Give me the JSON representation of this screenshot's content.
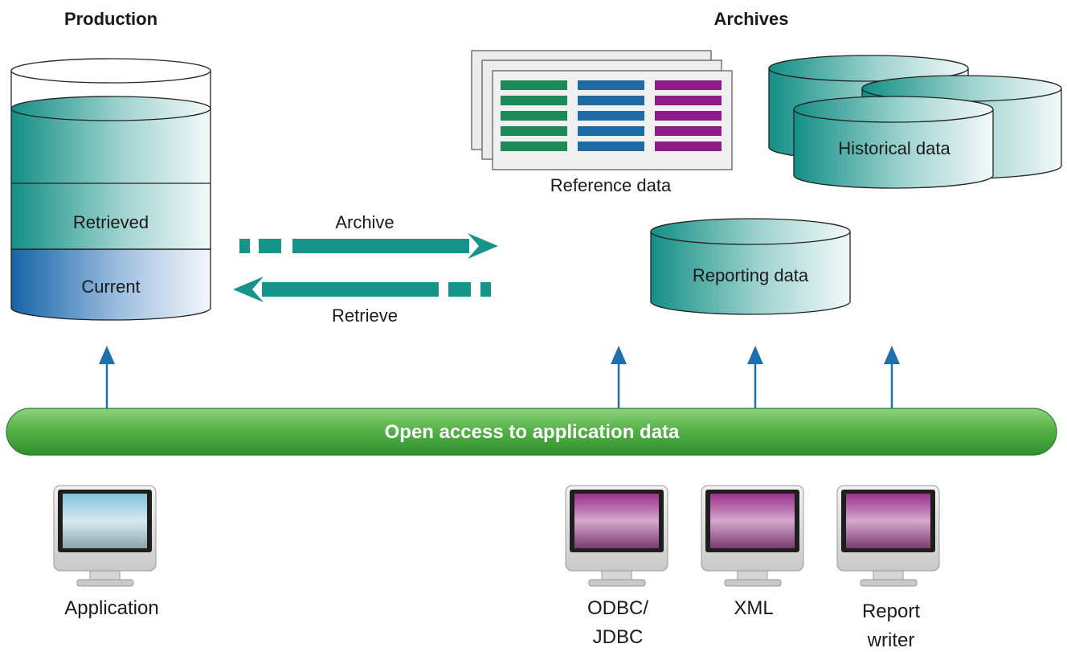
{
  "headings": {
    "production": "Production",
    "archives": "Archives"
  },
  "production_db": {
    "retrieved_label": "Retrieved",
    "current_label": "Current"
  },
  "flow": {
    "archive_label": "Archive",
    "retrieve_label": "Retrieve"
  },
  "archives": {
    "reference_label": "Reference data",
    "historical_label": "Historical data",
    "reporting_label": "Reporting data"
  },
  "access_bar": {
    "label": "Open access to application data"
  },
  "clients": {
    "application": "Application",
    "odbc_line1": "ODBC/",
    "odbc_line2": "JDBC",
    "xml": "XML",
    "report_line1": "Report",
    "report_line2": "writer"
  },
  "colors": {
    "teal": "#17948a",
    "blue": "#1467a6",
    "green_bar": "#4fae43",
    "arrow_blue": "#1d6fae",
    "ref_green": "#1d8a5a",
    "ref_blue": "#1d6aa5",
    "ref_purple": "#8e1c86"
  }
}
